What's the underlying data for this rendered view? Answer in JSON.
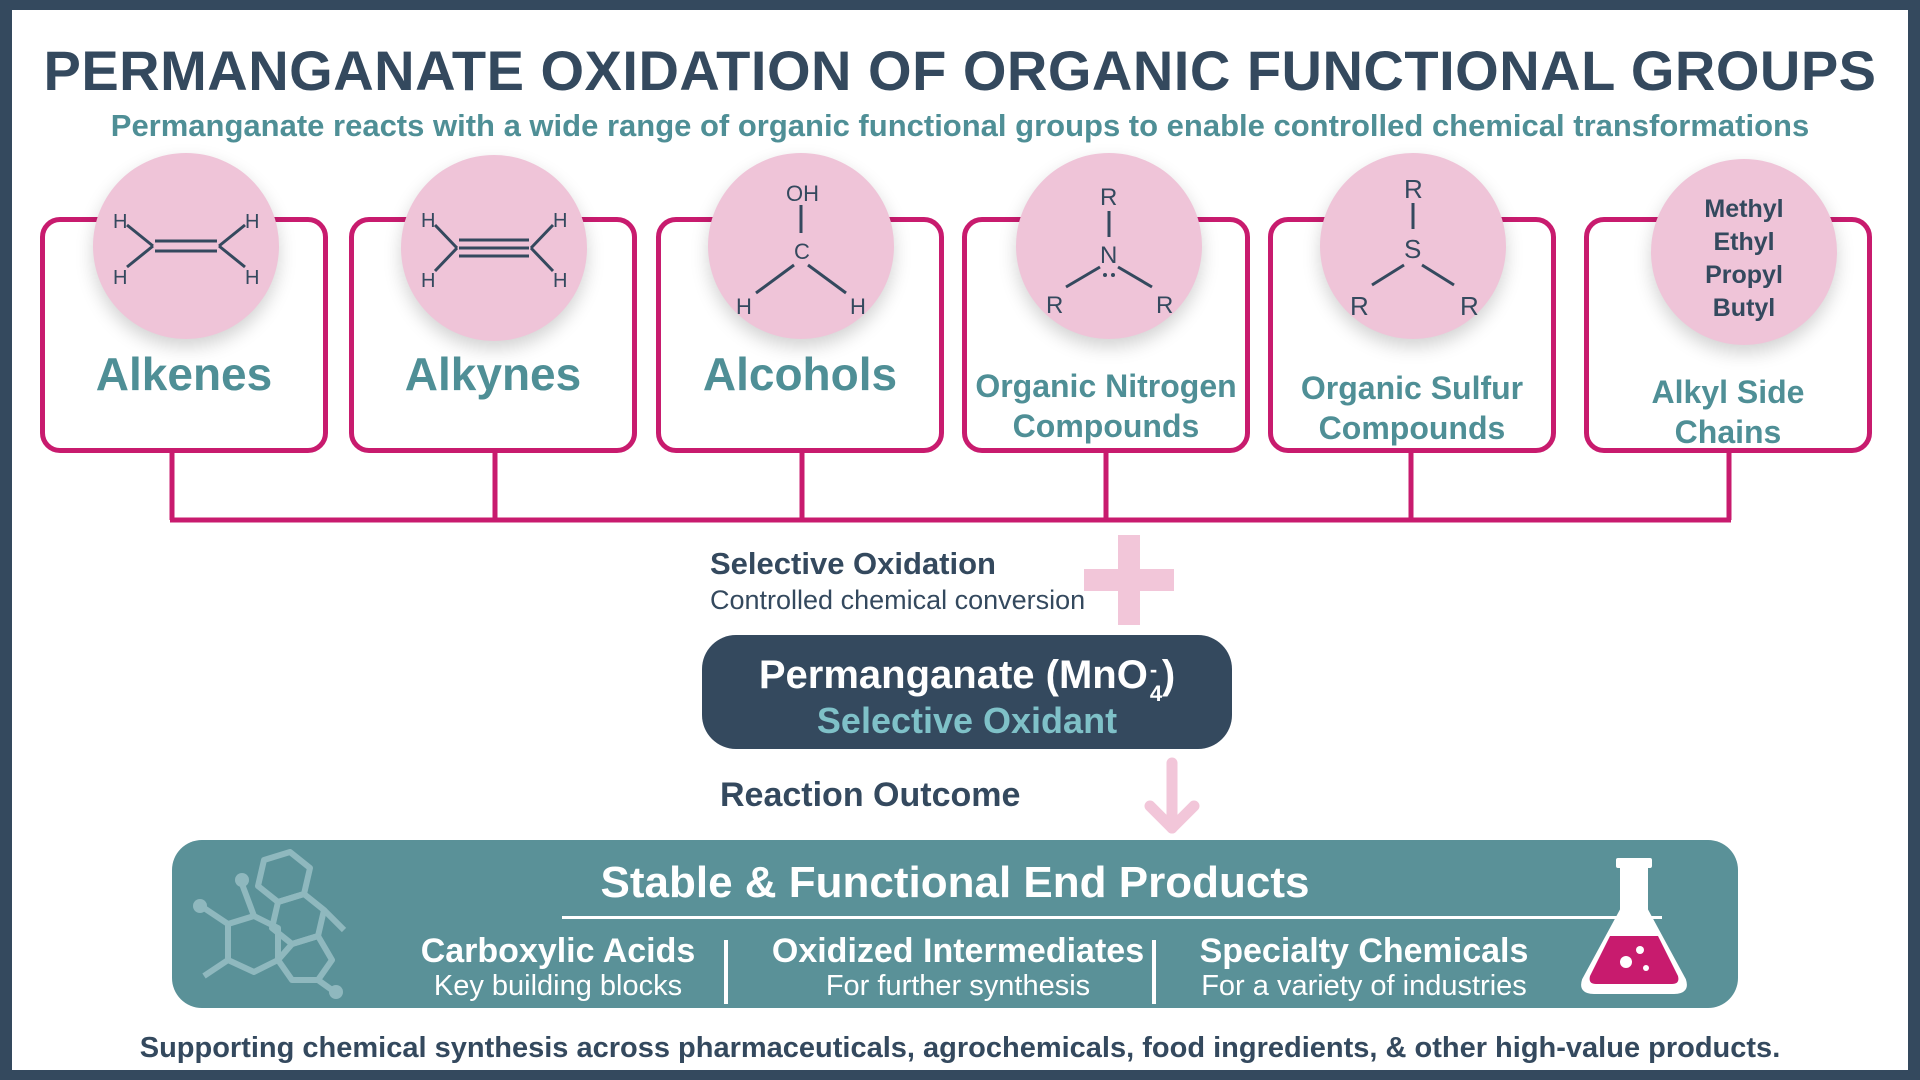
{
  "title": "PERMANGANATE OXIDATION OF ORGANIC FUNCTIONAL GROUPS",
  "subtitle": "Permanganate reacts with a wide range of organic functional groups to enable controlled chemical transformations",
  "groups": [
    {
      "label": "Alkenes"
    },
    {
      "label": "Alkynes"
    },
    {
      "label": "Alcohols"
    },
    {
      "label_line1": "Organic Nitrogen",
      "label_line2": "Compounds"
    },
    {
      "label_line1": "Organic Sulfur",
      "label_line2": "Compounds"
    },
    {
      "label_line1": "Alkyl Side",
      "label_line2": "Chains"
    }
  ],
  "alkyl_names": [
    "Methyl",
    "Ethyl",
    "Propyl",
    "Butyl"
  ],
  "atoms": {
    "h": "H",
    "oh": "OH",
    "c": "C",
    "n": "N",
    "s": "S",
    "r": "R"
  },
  "selective": {
    "title": "Selective Oxidation",
    "subtitle": "Controlled chemical conversion"
  },
  "oxidant": {
    "name": "Permanganate (MnO",
    "subscript": "4",
    "superscript": "-",
    "close": ")",
    "role": "Selective Oxidant"
  },
  "outcome_label": "Reaction Outcome",
  "products": {
    "title": "Stable & Functional End Products",
    "items": [
      {
        "name": "Carboxylic Acids",
        "desc": "Key building blocks"
      },
      {
        "name": "Oxidized Intermediates",
        "desc": "For further synthesis"
      },
      {
        "name": "Specialty Chemicals",
        "desc": "For a variety of industries"
      }
    ]
  },
  "footer": "Supporting chemical synthesis across pharmaceuticals, agrochemicals, food ingredients, & other high-value products.",
  "colors": {
    "navy": "#34495e",
    "magenta": "#c81b6e",
    "teal": "#5a9198",
    "teal_text": "#4f8f96",
    "pink": "#efc4d8"
  }
}
